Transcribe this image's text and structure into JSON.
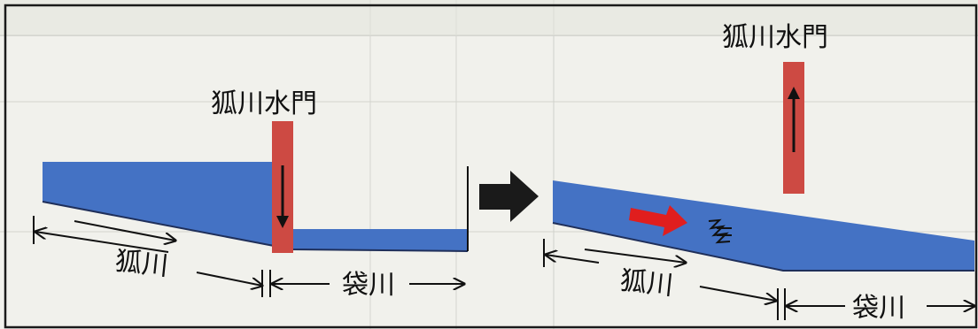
{
  "left_panel": {
    "gate_label": "狐川水門",
    "river_left_label": "狐川",
    "river_right_label": "袋川"
  },
  "right_panel": {
    "gate_label": "狐川水門",
    "river_left_label": "狐川",
    "river_right_label": "袋川"
  },
  "colors": {
    "water": "#4472c4",
    "gate": "#cd4a43",
    "flow_arrow": "#e01e1e",
    "transition_arrow": "#1a1a1a",
    "background": "#f1f1ec"
  },
  "icons": [
    "flow-arrow-icon",
    "transition-arrow-icon",
    "gate-arrow-down-icon",
    "gate-arrow-up-icon"
  ]
}
